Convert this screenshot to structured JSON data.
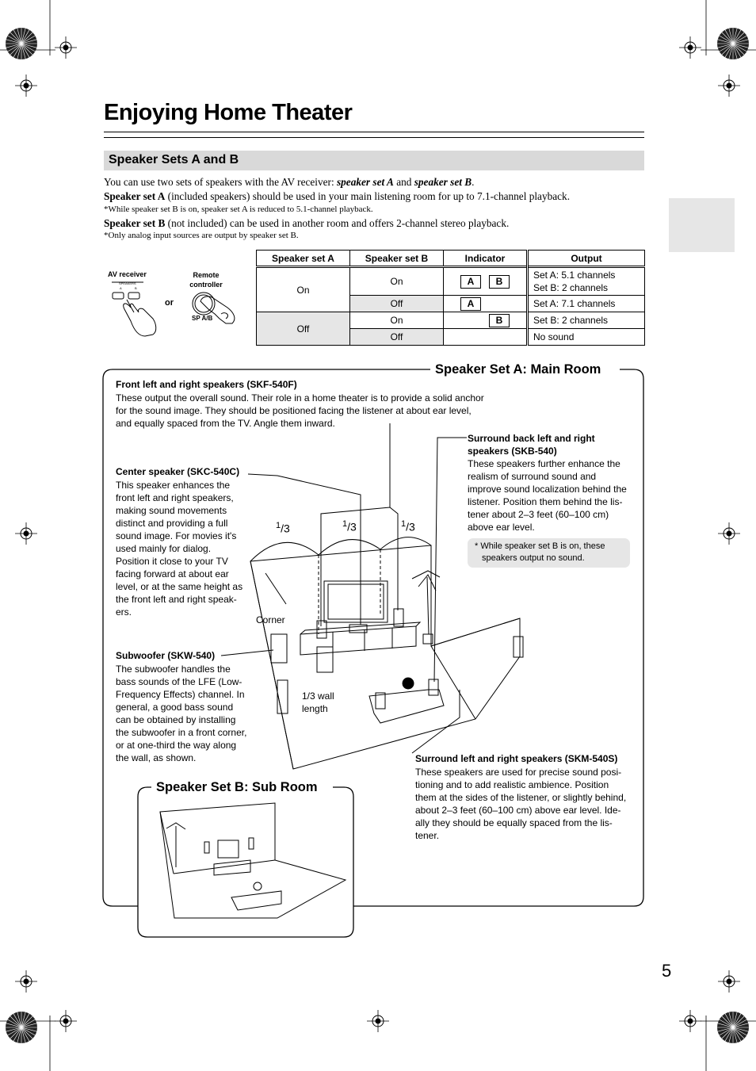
{
  "page_title": "Enjoying Home Theater",
  "section_title": "Speaker Sets A and B",
  "intro": {
    "line1_pre": "You can use two sets of speakers with the AV receiver: ",
    "line1_a": "speaker set A",
    "line1_and": " and ",
    "line1_b": "speaker set B",
    "line1_end": ".",
    "line2_bold": "Speaker set A",
    "line2_rest": " (included speakers) should be used in your main listening room for up to 7.1-channel playback.",
    "note_a": "*While speaker set B is on, speaker set A is reduced to 5.1-channel playback.",
    "line3_bold": "Speaker set B",
    "line3_rest": " (not included) can be used in another room and offers 2-channel stereo playback.",
    "note_b": "*Only analog input sources are output by speaker set B."
  },
  "controls": {
    "av_receiver": "AV receiver",
    "remote": "Remote controller",
    "or": "or",
    "speakers_small": "SPEAKERS",
    "a_small": "A",
    "b_small": "B",
    "sp_ab": "SP A/B"
  },
  "table": {
    "headers": [
      "Speaker set A",
      "Speaker set B",
      "Indicator",
      "Output"
    ],
    "rows": [
      {
        "set_a": "On",
        "set_b": "On",
        "ind_a": "A",
        "ind_b": "B",
        "output1": "Set A: 5.1 channels",
        "output2": "Set B: 2 channels"
      },
      {
        "set_a": "",
        "set_b": "Off",
        "ind_a": "A",
        "ind_b": "",
        "output1": "Set A: 7.1 channels",
        "output2": ""
      },
      {
        "set_a": "Off",
        "set_b": "On",
        "ind_a": "",
        "ind_b": "B",
        "output1": "Set B: 2 channels",
        "output2": ""
      },
      {
        "set_a": "",
        "set_b": "Off",
        "ind_a": "",
        "ind_b": "",
        "output1": "No sound",
        "output2": ""
      }
    ]
  },
  "main_room": {
    "title": "Speaker Set A: Main Room",
    "front_title": "Front left and right speakers (SKF-540F)",
    "front_lines": [
      "These output the overall sound. Their role in a home theater is to provide a solid anchor",
      "for the sound image. They should be positioned facing the listener at about ear level,",
      "and equally spaced from the TV. Angle them inward."
    ],
    "center_title": "Center speaker (SKC-540C)",
    "center_lines": [
      "This speaker enhances the",
      "front left and right speakers,",
      "making sound movements",
      "distinct and providing a full",
      "sound image. For movies it's",
      "used mainly for dialog.",
      "Position it close to your TV",
      "facing forward at about ear",
      "level, or at the same height as",
      "the front left and right speak-",
      "ers."
    ],
    "sub_title": "Subwoofer (SKW-540)",
    "sub_lines": [
      "The subwoofer handles the",
      "bass sounds of the LFE (Low-",
      "Frequency Effects) channel. In",
      "general, a good bass sound",
      "can be obtained by installing",
      "the subwoofer in a front corner,",
      "or at one-third the way along",
      "the wall, as shown."
    ],
    "back_title_1": "Surround back left and right",
    "back_title_2": "speakers (SKB-540)",
    "back_lines": [
      "These speakers further enhance the",
      "realism of surround sound and",
      "improve sound localization behind the",
      "listener. Position them behind the lis-",
      "tener about 2–3 feet (60–100 cm)",
      "above ear level."
    ],
    "back_note_1": "*  While speaker set B is on, these",
    "back_note_2": "speakers output no sound.",
    "surround_title": "Surround left and right speakers (SKM-540S)",
    "surround_lines": [
      "These speakers are used for precise sound posi-",
      "tioning and to add realistic ambience. Position",
      "them at the sides of the listener, or slightly behind,",
      "about 2–3 feet (60–100 cm) above ear level. Ide-",
      "ally they should be equally spaced from the lis-",
      "tener."
    ],
    "corner": "Corner",
    "wall_1": "1/3 wall",
    "wall_2": "length",
    "third_num": "1",
    "third_den": "3"
  },
  "sub_room": {
    "title": "Speaker Set B: Sub Room"
  },
  "page_number": "5"
}
